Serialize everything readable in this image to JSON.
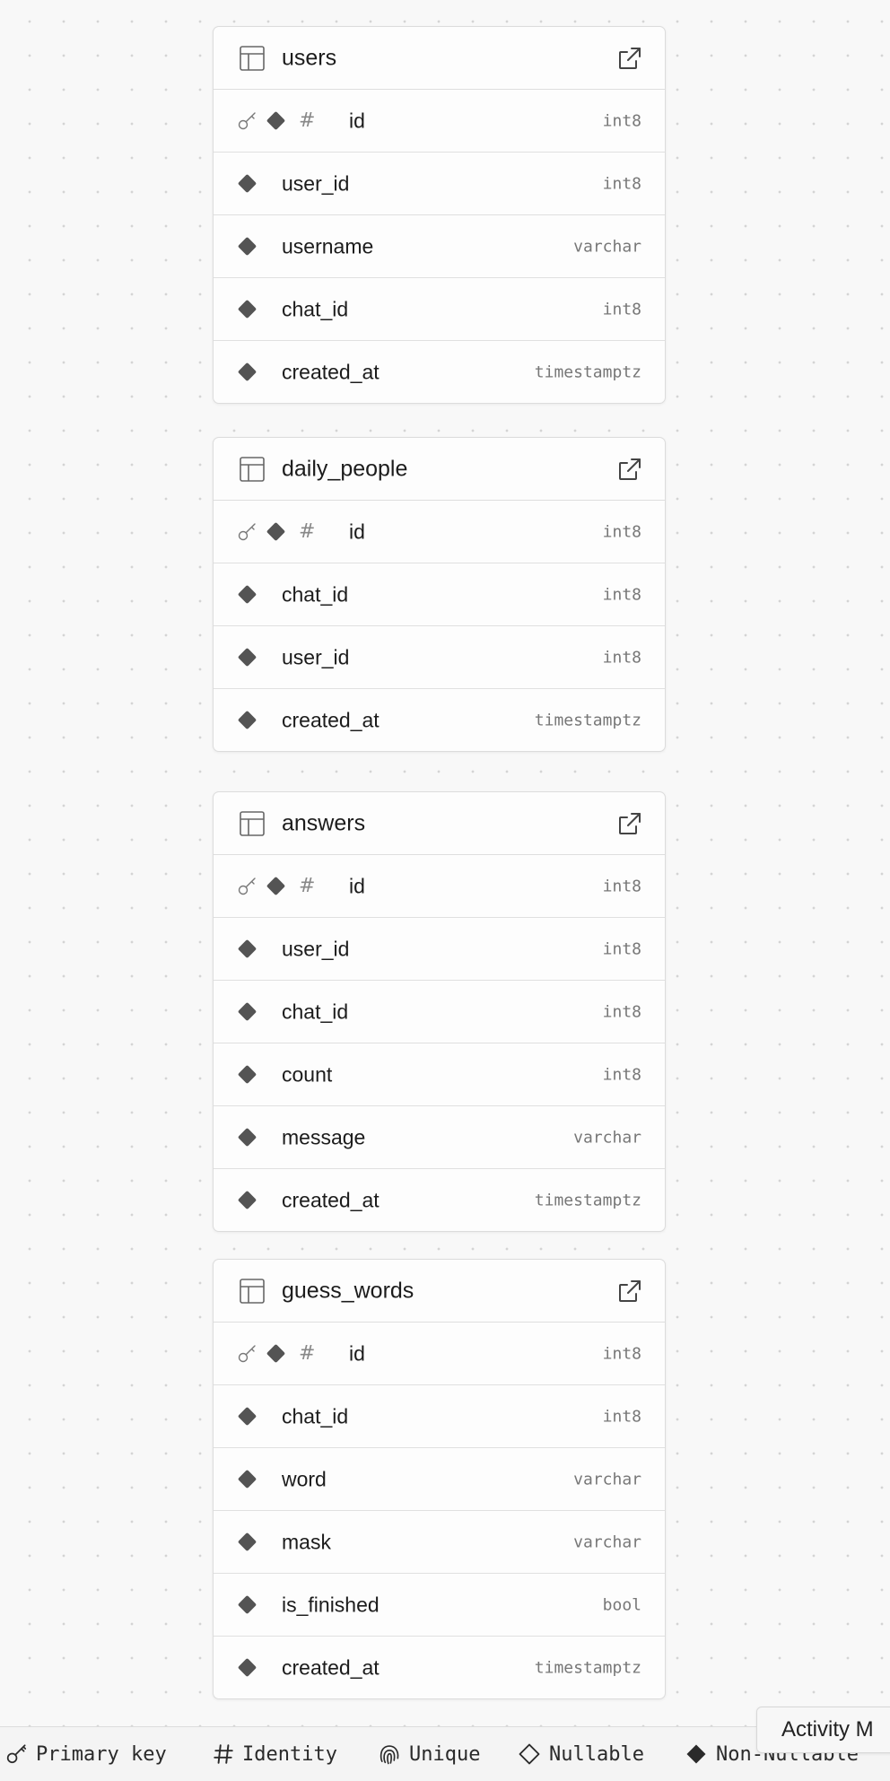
{
  "tables": [
    {
      "name": "users",
      "columns": [
        {
          "name": "id",
          "type": "int8",
          "primary": true
        },
        {
          "name": "user_id",
          "type": "int8",
          "primary": false
        },
        {
          "name": "username",
          "type": "varchar",
          "primary": false
        },
        {
          "name": "chat_id",
          "type": "int8",
          "primary": false
        },
        {
          "name": "created_at",
          "type": "timestamptz",
          "primary": false
        }
      ]
    },
    {
      "name": "daily_people",
      "columns": [
        {
          "name": "id",
          "type": "int8",
          "primary": true
        },
        {
          "name": "chat_id",
          "type": "int8",
          "primary": false
        },
        {
          "name": "user_id",
          "type": "int8",
          "primary": false
        },
        {
          "name": "created_at",
          "type": "timestamptz",
          "primary": false
        }
      ]
    },
    {
      "name": "answers",
      "columns": [
        {
          "name": "id",
          "type": "int8",
          "primary": true
        },
        {
          "name": "user_id",
          "type": "int8",
          "primary": false
        },
        {
          "name": "chat_id",
          "type": "int8",
          "primary": false
        },
        {
          "name": "count",
          "type": "int8",
          "primary": false
        },
        {
          "name": "message",
          "type": "varchar",
          "primary": false
        },
        {
          "name": "created_at",
          "type": "timestamptz",
          "primary": false
        }
      ]
    },
    {
      "name": "guess_words",
      "columns": [
        {
          "name": "id",
          "type": "int8",
          "primary": true
        },
        {
          "name": "chat_id",
          "type": "int8",
          "primary": false
        },
        {
          "name": "word",
          "type": "varchar",
          "primary": false
        },
        {
          "name": "mask",
          "type": "varchar",
          "primary": false
        },
        {
          "name": "is_finished",
          "type": "bool",
          "primary": false
        },
        {
          "name": "created_at",
          "type": "timestamptz",
          "primary": false
        }
      ]
    }
  ],
  "legend": {
    "primary_key": "Primary key",
    "identity": "Identity",
    "unique": "Unique",
    "nullable": "Nullable",
    "non_nullable": "Non-Nullable"
  },
  "activity_label": "Activity M",
  "colors": {
    "background": "#f8f8f8",
    "card": "#fdfdfd",
    "diamond": "#545454",
    "type_text": "#777777"
  }
}
